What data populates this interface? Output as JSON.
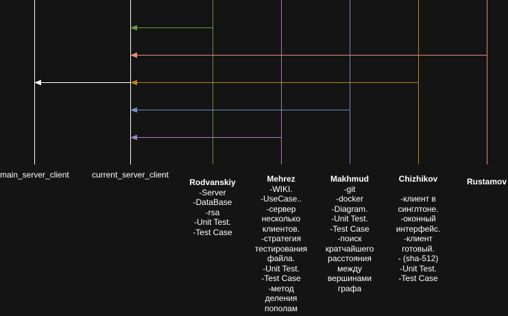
{
  "colors": {
    "background": "#141414",
    "main_server_client": "#ffffff",
    "current_server_client": "#ffffff",
    "Rodvanskiy": "#6a9a3c",
    "Mehrez": "#a680b8",
    "Makhmud": "#6c8ebf",
    "Chizhikov": "#b8861b",
    "Rustamov": "#ea8c7f",
    "main_arrow": "#ffffff"
  },
  "participants": {
    "main_server_client": {
      "title": "main_server_client"
    },
    "current_server_client": {
      "title": "current_server_client"
    },
    "rodvanskiy": {
      "title": "Rodvanskiy",
      "lines": [
        "-Server",
        "-DataBase",
        "-rsa",
        "-Unit Test.",
        "-Test Case"
      ]
    },
    "mehrez": {
      "title": "Mehrez",
      "lines": [
        "-WIKI.",
        "-UseCase..",
        "-сервер",
        "несколько",
        "клиентов.",
        "-стратегия",
        "тестирования",
        "файла.",
        "-Unit Test.",
        "-Test Case",
        "-метод",
        "деления",
        "пополам"
      ]
    },
    "makhmud": {
      "title": "Makhmud",
      "lines": [
        "-git",
        "-docker",
        "-Diagram.",
        "-Unit Test.",
        "-Test Case",
        "-поиск",
        "кратчайшего",
        "расстояния",
        "между",
        "вершинами",
        "графа"
      ]
    },
    "chizhikov": {
      "title": "Chizhikov",
      "lines": [
        "",
        "-клиент в",
        "синглтоне.",
        "-оконный",
        "интерфейс.",
        "-клиент",
        "готовый.",
        "- (sha-512)",
        "-Unit Test.",
        "-Test Case"
      ]
    },
    "rustamov": {
      "title": "Rustamov"
    }
  },
  "messages": [
    {
      "from": "Rodvanskiy",
      "to": "current_server_client"
    },
    {
      "from": "Rustamov",
      "to": "current_server_client"
    },
    {
      "from": "Chizhikov",
      "to": "current_server_client"
    },
    {
      "from": "current_server_client",
      "to": "main_server_client"
    },
    {
      "from": "Makhmud",
      "to": "current_server_client"
    },
    {
      "from": "Mehrez",
      "to": "current_server_client"
    }
  ]
}
